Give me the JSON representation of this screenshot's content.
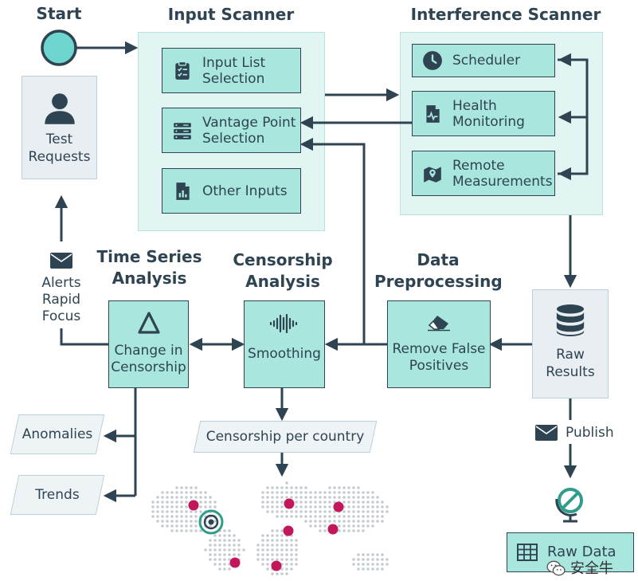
{
  "colors": {
    "dark": "#2f4452",
    "box_fill": "#a9e6dd",
    "panel_fill": "#e3f5f3",
    "grey_fill": "#e8eef2",
    "start_fill": "#6fd6cf",
    "globe_accent": "#2f9d8c",
    "map_dot": "#c5ccd1",
    "marker": "#c2185b"
  },
  "headings": {
    "start": "Start",
    "input_scanner": "Input Scanner",
    "interference_scanner": "Interference Scanner",
    "time_series_line1": "Time Series",
    "time_series_line2": "Analysis",
    "censorship_line1": "Censorship",
    "censorship_line2": "Analysis",
    "preprocessing_line1": "Data",
    "preprocessing_line2": "Preprocessing"
  },
  "input_scanner": {
    "input_list": {
      "line1": "Input List",
      "line2": "Selection",
      "icon": "clipboard-list-icon"
    },
    "vantage_point": {
      "line1": "Vantage Point",
      "line2": "Selection",
      "icon": "server-icon"
    },
    "other_inputs": {
      "label": "Other Inputs",
      "icon": "bar-chart-file-icon"
    }
  },
  "interference_scanner": {
    "scheduler": {
      "label": "Scheduler",
      "icon": "clock-icon"
    },
    "health": {
      "line1": "Health",
      "line2": "Monitoring",
      "icon": "health-file-icon"
    },
    "remote": {
      "line1": "Remote",
      "line2": "Measurements",
      "icon": "map-pin-icon"
    }
  },
  "test_requests": {
    "line1": "Test",
    "line2": "Requests",
    "icon": "user-icon"
  },
  "alerts": {
    "line1": "Alerts",
    "line2": "Rapid",
    "line3": "Focus",
    "icon": "envelope-icon"
  },
  "change": {
    "line1": "Change in",
    "line2": "Censorship",
    "icon": "delta-icon"
  },
  "smoothing": {
    "label": "Smoothing",
    "icon": "waveform-icon"
  },
  "remove_fp": {
    "line1": "Remove False",
    "line2": "Positives",
    "icon": "eraser-icon"
  },
  "raw_results": {
    "line1": "Raw",
    "line2": "Results",
    "icon": "database-icon"
  },
  "publish": {
    "label": "Publish",
    "icon": "envelope-icon"
  },
  "raw_data": {
    "label": "Raw Data",
    "icon": "table-icon"
  },
  "globe": {
    "icon": "globe-icon"
  },
  "outputs": {
    "anomalies": "Anomalies",
    "trends": "Trends",
    "per_country": "Censorship per country"
  },
  "watermark": {
    "text": "安全牛",
    "icon": "wechat-icon"
  }
}
